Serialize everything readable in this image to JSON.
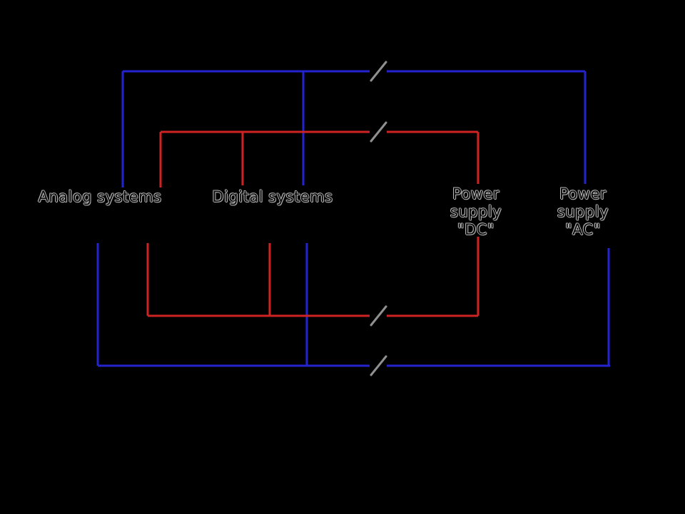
{
  "colors": {
    "ac": "#2323cf",
    "dc": "#cf2323",
    "slash": "#909090",
    "text_outline": "#b8b8b8",
    "background": "#000000"
  },
  "nodes": [
    {
      "id": "analog-systems",
      "label": "Analog systems"
    },
    {
      "id": "digital-systems",
      "label": "Digital systems"
    },
    {
      "id": "power-supply-dc",
      "label": "Power\nsupply\n\"DC\""
    },
    {
      "id": "power-supply-ac",
      "label": "Power\nsupply\n\"AC\""
    }
  ],
  "icons": {
    "cable_slash": "/"
  }
}
